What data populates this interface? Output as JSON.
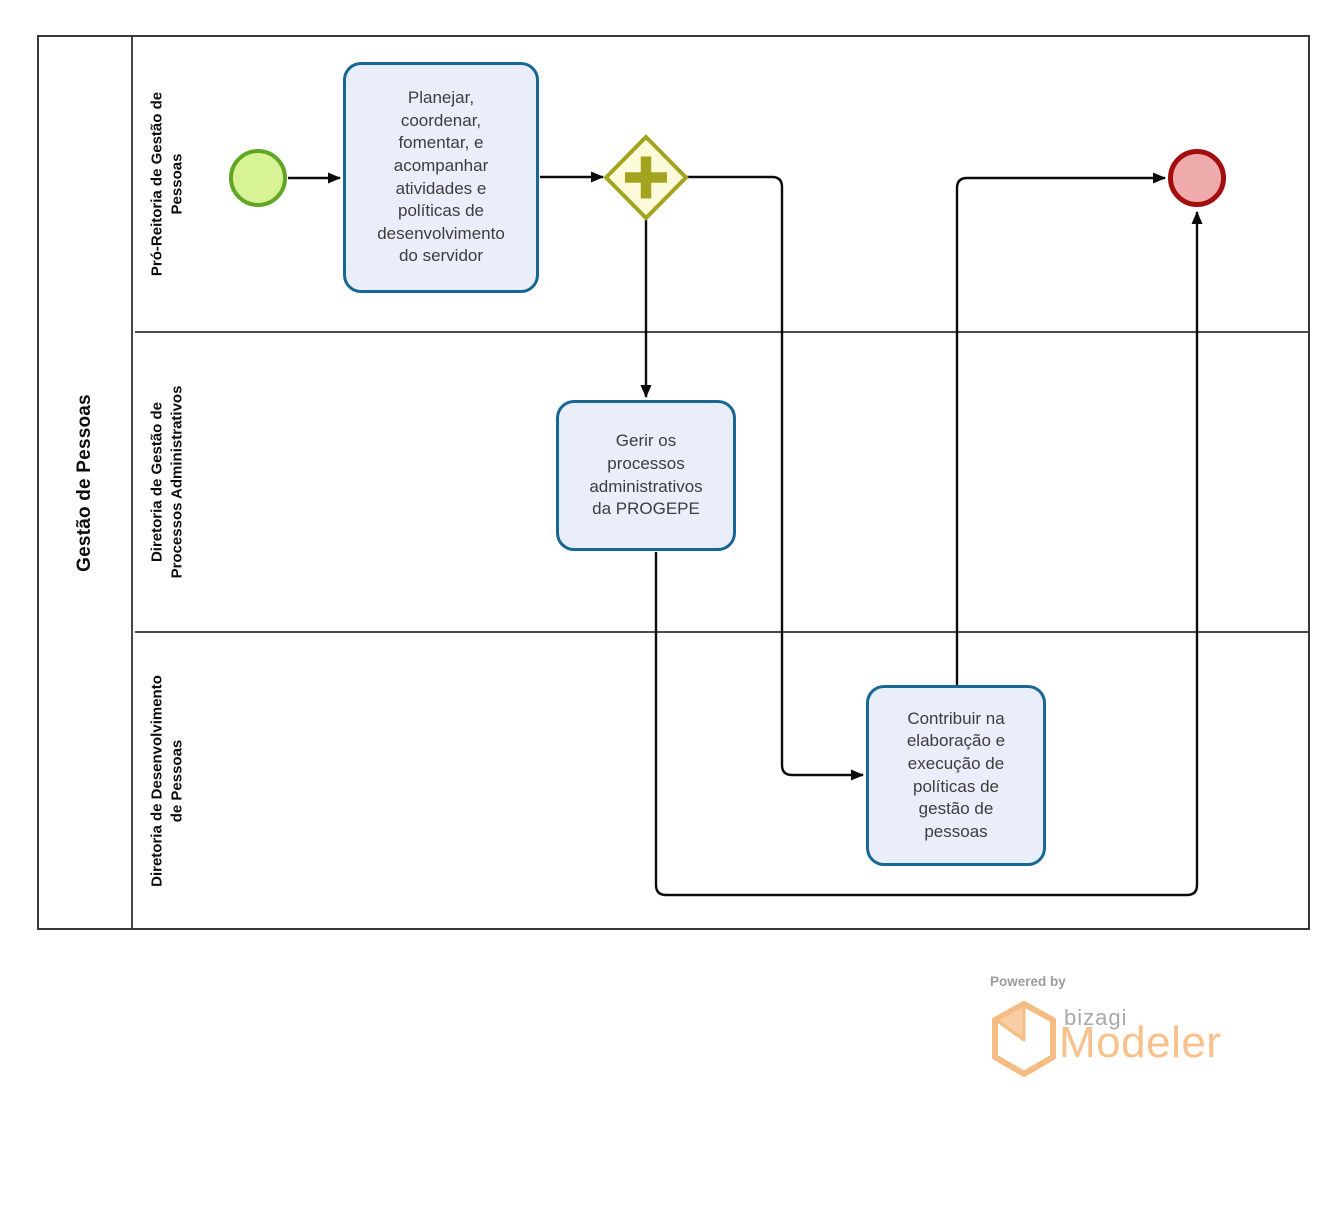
{
  "pool": {
    "label": "Gestão de Pessoas",
    "lanes": [
      {
        "label": "Pró-Reitoria de Gestão de\nPessoas"
      },
      {
        "label": "Diretoria de Gestão de\nProcessos Administrativos"
      },
      {
        "label": "Diretoria de Desenvolvimento\nde Pessoas"
      }
    ]
  },
  "nodes": {
    "start_event": {
      "type": "start-event"
    },
    "task1": {
      "type": "task",
      "label": "Planejar,\ncoordenar,\nfomentar, e\nacompanhar\natividades e\npolíticas de\ndesenvolvimento\ndo servidor"
    },
    "gateway": {
      "type": "parallel-gateway"
    },
    "task2": {
      "type": "task",
      "label": "Gerir os\nprocessos\nadministrativos\nda PROGEPE"
    },
    "task3": {
      "type": "task",
      "label": "Contribuir na\nelaboração e\nexecução de\npolíticas de\ngestão de\npessoas"
    },
    "end_event": {
      "type": "end-event"
    }
  },
  "flows": [
    {
      "from": "start_event",
      "to": "task1"
    },
    {
      "from": "task1",
      "to": "gateway"
    },
    {
      "from": "gateway",
      "to": "task2"
    },
    {
      "from": "gateway",
      "to": "task3"
    },
    {
      "from": "task3",
      "to": "end_event"
    },
    {
      "from": "task2",
      "to": "end_event"
    }
  ],
  "colors": {
    "task_fill": "#EAEDFA",
    "task_border": "#166795",
    "gateway_fill": "#FCFCDA",
    "gateway_border": "#A2A41F",
    "start_fill": "#D8F396",
    "start_border": "#5FA722",
    "end_fill": "#EFABAB",
    "end_border": "#A40D0D",
    "connector": "#0b0b0b",
    "brand_orange": "#F8C08A",
    "brand_gray": "#a9a9a9"
  },
  "footer": {
    "powered_by": "Powered by",
    "brand": "bizagi",
    "product": "Modeler"
  }
}
